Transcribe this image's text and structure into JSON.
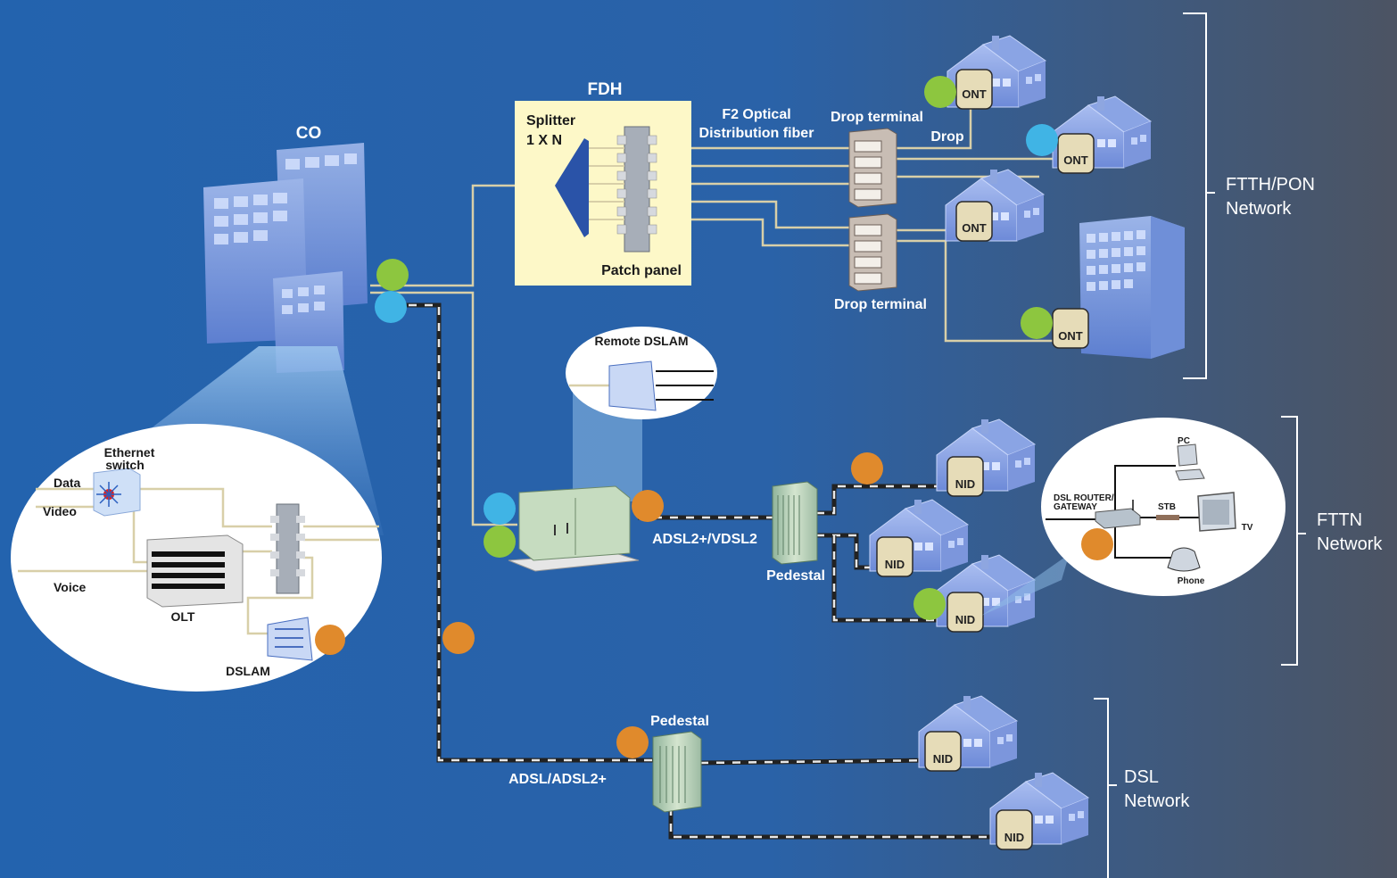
{
  "colors": {
    "background_left": "#2363ae",
    "background_right": "#4a5566",
    "fiber_line": "#d8cfa8",
    "green_marker": "#8dc63f",
    "blue_marker": "#40b4e5",
    "orange_marker": "#e08a2c",
    "splitter_box": "#fdf8c8",
    "ont_box": "#e6dcb8"
  },
  "labels": {
    "co": "CO",
    "fdh": "FDH",
    "splitter_line1": "Splitter",
    "splitter_line2": "1 X N",
    "patch_panel": "Patch panel",
    "f2_line1": "F2 Optical",
    "f2_line2": "Distribution fiber",
    "drop_terminal_top": "Drop terminal",
    "drop": "Drop",
    "drop_terminal_bottom": "Drop terminal",
    "ont": "ONT",
    "nid": "NID",
    "remote_dslam": "Remote DSLAM",
    "adsl2_vdsl2": "ADSL2+/VDSL2",
    "pedestal": "Pedestal",
    "adsl_adsl2": "ADSL/ADSL2+",
    "ethernet_line1": "Ethernet",
    "ethernet_line2": "switch",
    "data": "Data",
    "video": "Video",
    "voice": "Voice",
    "olt": "OLT",
    "dslam": "DSLAM",
    "pc": "PC",
    "router_line1": "DSL ROUTER/",
    "router_line2": "GATEWAY",
    "stb": "STB",
    "tv": "TV",
    "phone": "Phone"
  },
  "networks": {
    "ftth_line1": "FTTH/PON",
    "ftth_line2": "Network",
    "fttn_line1": "FTTN",
    "fttn_line2": "Network",
    "dsl_line1": "DSL",
    "dsl_line2": "Network"
  }
}
